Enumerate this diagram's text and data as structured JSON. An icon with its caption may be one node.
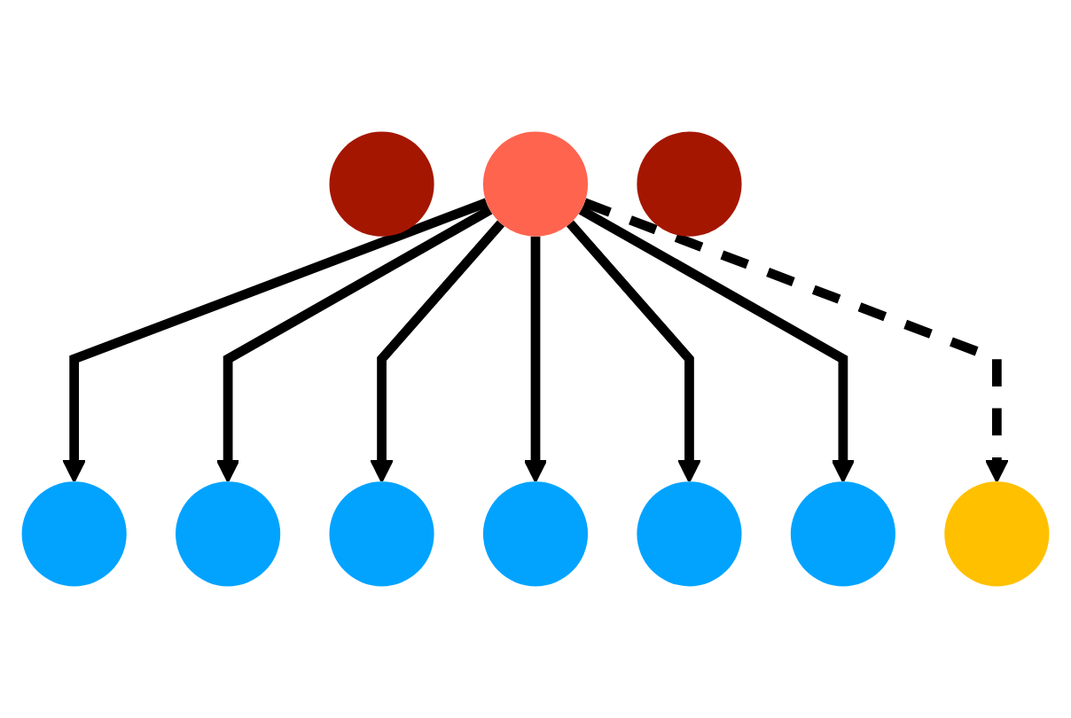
{
  "diagram": {
    "nodes": [
      {
        "text": [],
        "shape": "ellipse"
      },
      {
        "text": [],
        "shape": "ellipse"
      },
      {
        "text": [],
        "shape": "ellipse"
      },
      {
        "text": [],
        "shape": "ellipse"
      },
      {
        "text": [],
        "shape": "ellipse"
      },
      {
        "text": [],
        "shape": "ellipse"
      },
      {
        "text": [],
        "shape": "ellipse"
      },
      {
        "text": [],
        "shape": "ellipse"
      },
      {
        "text": [],
        "shape": "ellipse"
      },
      {
        "text": [],
        "shape": "ellipse"
      }
    ],
    "edges": [
      {
        "from": 4,
        "to": 0,
        "arrow": "to"
      },
      {
        "from": 4,
        "to": 1,
        "arrow": "to"
      },
      {
        "from": 4,
        "to": 2,
        "arrow": "to"
      },
      {
        "from": 4,
        "to": 6,
        "arrow": "to"
      },
      {
        "from": 4,
        "to": 7,
        "arrow": "to"
      },
      {
        "from": 4,
        "to": 9,
        "arrow": "to"
      },
      {
        "from": 4,
        "to": 5,
        "arrow": "to",
        "style": "dashed"
      }
    ]
  }
}
